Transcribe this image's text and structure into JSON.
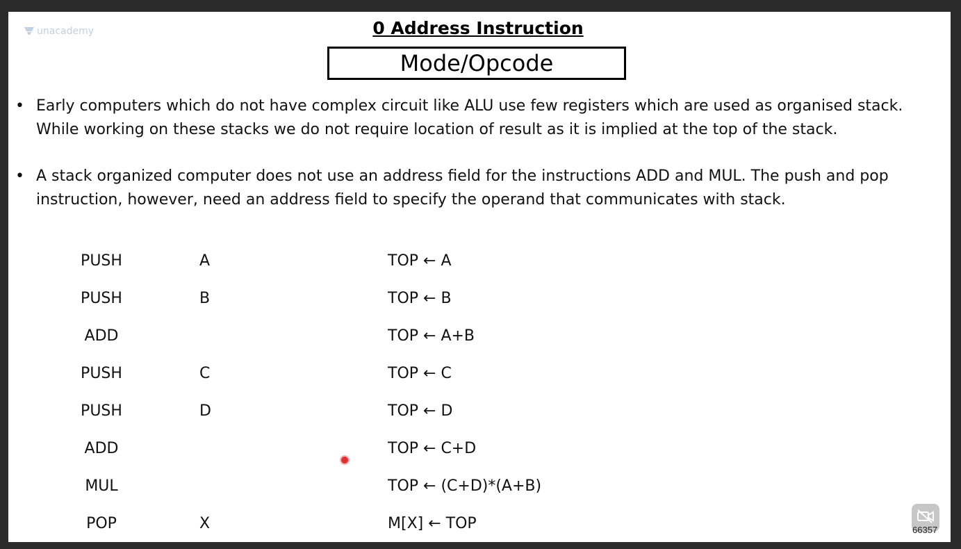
{
  "logo_text": "unacademy",
  "title": "0 Address Instruction",
  "mode_box": "Mode/Opcode",
  "bullets": [
    {
      "marker": "•",
      "lines": [
        "Early computers which do not have complex circuit like ALU use few registers which are used as organised stack.",
        "While working on these stacks we do not require location of result as it is implied at the top of the stack."
      ]
    },
    {
      "marker": "•",
      "lines": [
        "A stack organized computer does not use an address field for the instructions ADD and MUL.  The push and pop",
        "instruction, however, need an address field to specify the operand that communicates with stack."
      ]
    }
  ],
  "instructions": [
    {
      "op": "PUSH",
      "operand": "A",
      "effect": "TOP ← A"
    },
    {
      "op": "PUSH",
      "operand": "B",
      "effect": "TOP ← B"
    },
    {
      "op": "ADD",
      "operand": "",
      "effect": "TOP ← A+B"
    },
    {
      "op": "PUSH",
      "operand": "C",
      "effect": "TOP ← C"
    },
    {
      "op": "PUSH",
      "operand": "D",
      "effect": "TOP ← D"
    },
    {
      "op": "ADD",
      "operand": "",
      "effect": "TOP ← C+D"
    },
    {
      "op": "MUL",
      "operand": "",
      "effect": "TOP ← (C+D)*(A+B)"
    },
    {
      "op": "POP",
      "operand": "X",
      "effect": "M[X] ← TOP"
    }
  ],
  "overlay": {
    "video_icon": "video-off-icon",
    "counter": "66357"
  },
  "colors": {
    "frame": "#2b2b2b",
    "slide_bg": "#ffffff",
    "pointer": "#e23030"
  }
}
